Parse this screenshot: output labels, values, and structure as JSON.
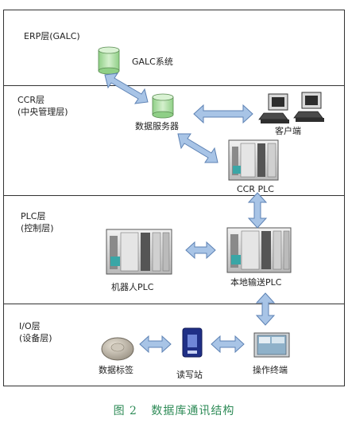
{
  "layers": {
    "erp": "ERP层(GALC)",
    "ccr": "CCR层\n(中央管理层)",
    "plc": "PLC层\n(控制层)",
    "io": "I/O层\n(设备层)"
  },
  "nodes": {
    "galc_system": "GALC系统",
    "data_server": "数据服务器",
    "clients": "客户端",
    "ccr_plc": "CCR PLC",
    "robot_plc": "机器人PLC",
    "local_conveyor_plc": "本地输送PLC",
    "data_tag": "数据标签",
    "read_write_station": "读写站",
    "operator_terminal": "操作终端"
  },
  "caption": {
    "figure_no": "图 2",
    "title": "数据库通讯结构"
  },
  "colors": {
    "arrow_fill": "#a8c4e6",
    "arrow_stroke": "#5d82b4",
    "db_fill": "#b9e3b2",
    "caption": "#2e8b57"
  },
  "icons": {
    "database": "database-cylinder-icon",
    "client": "computer-workstation-icon",
    "plc": "plc-rack-icon",
    "tag": "rfid-tag-icon",
    "reader": "rw-station-icon",
    "terminal": "hmi-terminal-icon"
  }
}
